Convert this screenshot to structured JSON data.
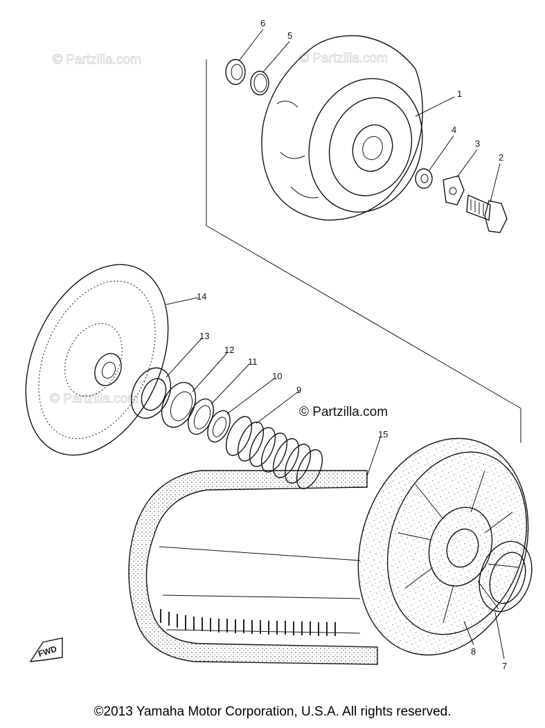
{
  "diagram": {
    "callouts": {
      "p1": "1",
      "p2": "2",
      "p3": "3",
      "p4": "4",
      "p5": "5",
      "p6": "6",
      "p7": "7",
      "p8": "8",
      "p9": "9",
      "p10": "10",
      "p11": "11",
      "p12": "12",
      "p13": "13",
      "p14": "14",
      "p15": "15"
    },
    "watermarks": {
      "faint1": "© Partzilla.com",
      "faint2": "© Partzilla.com",
      "faint3": "© Partzilla.com",
      "main": "© Partzilla.com"
    },
    "fwd_label": "FWD"
  },
  "footer": {
    "copyright": "©2013 Yamaha Motor Corporation, U.S.A. All rights reserved."
  }
}
